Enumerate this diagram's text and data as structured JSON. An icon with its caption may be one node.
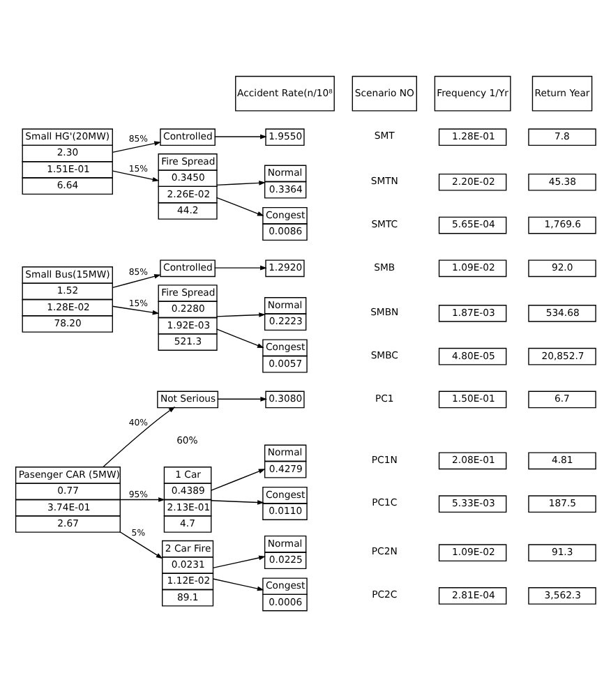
{
  "diagram": {
    "nodes": [
      {
        "text": [
          "Pasenger CAR (5MW)",
          "0.77",
          "3.74E-01",
          "2.67"
        ]
      },
      {
        "text": [
          "Not Serious"
        ]
      },
      {
        "text": [
          "1 Car",
          "0.4389",
          "2.13E-01",
          "4.7"
        ]
      },
      {
        "text": [
          "2 Car Fire",
          "0.0231",
          "1.12E-02",
          "89.1"
        ]
      },
      {
        "text": [
          "0.3080"
        ]
      },
      {
        "text": [
          "Normal",
          "0.4279"
        ]
      },
      {
        "text": [
          "Congest",
          "0.0110"
        ]
      },
      {
        "text": [
          "Normal",
          "0.0225"
        ]
      },
      {
        "text": [
          "Congest",
          "0.0006"
        ]
      },
      {
        "text": [
          "1.50E-01"
        ]
      },
      {
        "text": [
          "6.7"
        ]
      },
      {
        "text": [
          "2.08E-01"
        ]
      },
      {
        "text": [
          "4.81"
        ]
      },
      {
        "text": [
          "5.33E-03"
        ]
      },
      {
        "text": [
          "187.5"
        ]
      },
      {
        "text": [
          "1.09E-02"
        ]
      },
      {
        "text": [
          "91.3"
        ]
      },
      {
        "text": [
          "2.81E-04"
        ]
      },
      {
        "text": [
          "3,562.3"
        ]
      },
      {
        "text": [
          "Small Bus(15MW)",
          "1.52",
          "1.28E-02",
          "78.20"
        ]
      },
      {
        "text": [
          "Controlled"
        ]
      },
      {
        "text": [
          "Fire Spread",
          "0.2280",
          "1.92E-03",
          "521.3"
        ]
      },
      {
        "text": [
          "1.2920"
        ]
      },
      {
        "text": [
          "Normal",
          "0.2223"
        ]
      },
      {
        "text": [
          "Congest",
          "0.0057"
        ]
      },
      {
        "text": [
          "1.09E-02"
        ]
      },
      {
        "text": [
          "92.0"
        ]
      },
      {
        "text": [
          "1.87E-03"
        ]
      },
      {
        "text": [
          "534.68"
        ]
      },
      {
        "text": [
          "4.80E-05"
        ]
      },
      {
        "text": [
          "20,852.7"
        ]
      },
      {
        "text": [
          "Small HG'(20MW)",
          "2.30",
          "1.51E-01",
          "6.64"
        ]
      },
      {
        "text": [
          "Controlled"
        ]
      },
      {
        "text": [
          "Fire Spread",
          "0.3450",
          "2.26E-02",
          "44.2"
        ]
      },
      {
        "text": [
          "1.9550"
        ]
      },
      {
        "text": [
          "Normal",
          "0.3364"
        ]
      },
      {
        "text": [
          "Congest",
          "0.0086"
        ]
      },
      {
        "text": [
          "1.28E-01"
        ]
      },
      {
        "text": [
          "7.8"
        ]
      },
      {
        "text": [
          "2.20E-02"
        ]
      },
      {
        "text": [
          "45.38"
        ]
      },
      {
        "text": [
          "5.65E-04"
        ]
      },
      {
        "text": [
          "1,769.6"
        ]
      }
    ],
    "edges": [
      {
        "from": 0,
        "to": 1,
        "arrow": "to",
        "label": "40%"
      },
      {
        "from": 0,
        "to": 2,
        "arrow": "to",
        "label": "95%"
      },
      {
        "from": 0,
        "to": 3,
        "arrow": "to",
        "label": "5%"
      },
      {
        "from": 1,
        "to": 4,
        "arrow": "to"
      },
      {
        "from": 2,
        "to": 5,
        "arrow": "to"
      },
      {
        "from": 2,
        "to": 6,
        "arrow": "to"
      },
      {
        "from": 3,
        "to": 7,
        "arrow": "to"
      },
      {
        "from": 3,
        "to": 8,
        "arrow": "to"
      },
      {
        "from": 19,
        "to": 20,
        "arrow": "to",
        "label": "85%"
      },
      {
        "from": 19,
        "to": 21,
        "arrow": "to",
        "label": "15%"
      },
      {
        "from": 20,
        "to": 22,
        "arrow": "to"
      },
      {
        "from": 21,
        "to": 23,
        "arrow": "to"
      },
      {
        "from": 21,
        "to": 24,
        "arrow": "to"
      },
      {
        "from": 31,
        "to": 32,
        "arrow": "to",
        "label": "85%"
      },
      {
        "from": 31,
        "to": 33,
        "arrow": "to",
        "label": "15%"
      },
      {
        "from": 32,
        "to": 34,
        "arrow": "to"
      },
      {
        "from": 33,
        "to": 35,
        "arrow": "to"
      },
      {
        "from": 33,
        "to": 36,
        "arrow": "to"
      }
    ],
    "labels": [
      "Accident Rate(n/10⁸",
      "Scenario NO",
      "Frequency 1/Yr",
      "Return Year",
      "60%",
      "PC1",
      "PC1N",
      "PC1C",
      "PC2N",
      "PC2C",
      "SMB",
      "SMBN",
      "SMBC",
      "SMT",
      "SMTN",
      "SMTC"
    ]
  }
}
